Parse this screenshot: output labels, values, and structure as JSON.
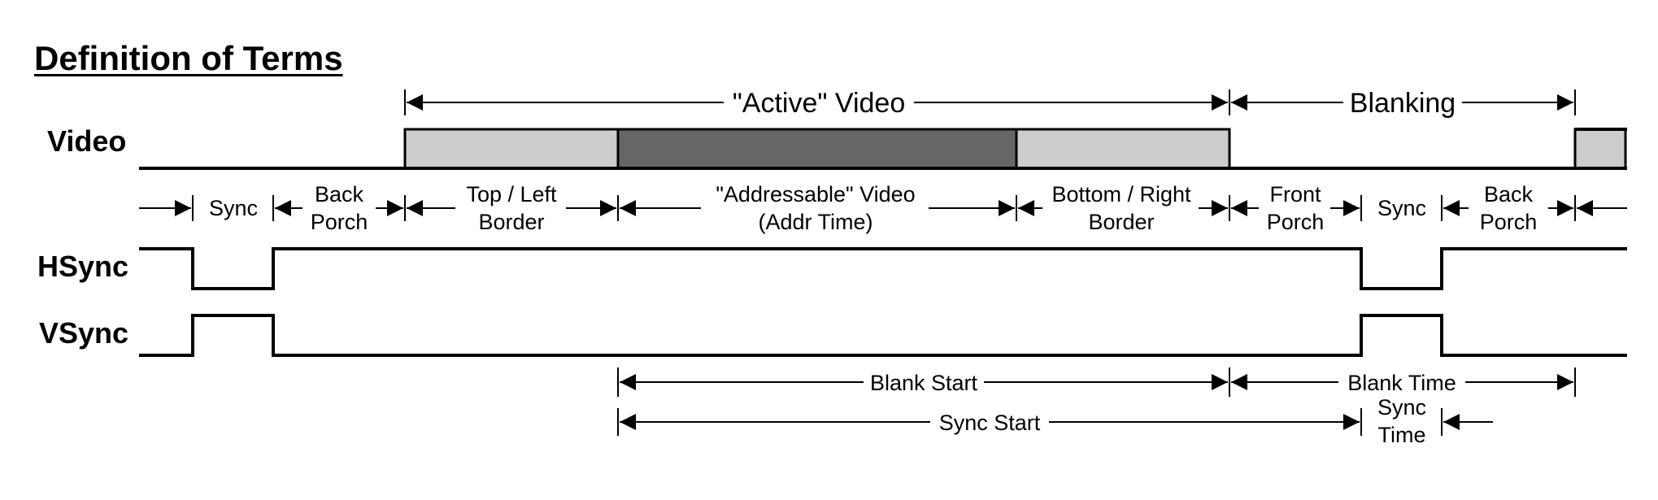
{
  "title": "Definition of Terms",
  "signals": {
    "video": "Video",
    "hsync": "HSync",
    "vsync": "VSync"
  },
  "top_spans": {
    "active_video": "\"Active\" Video",
    "blanking": "Blanking"
  },
  "segments": {
    "sync": "Sync",
    "back_porch_1": "Back",
    "back_porch_2": "Porch",
    "top_left_1": "Top / Left",
    "top_left_2": "Border",
    "addressable_1": "\"Addressable\" Video",
    "addressable_2": "(Addr Time)",
    "bottom_right_1": "Bottom / Right",
    "bottom_right_2": "Border",
    "front_porch_1": "Front",
    "front_porch_2": "Porch",
    "sync_right": "Sync",
    "back_porch_r1": "Back",
    "back_porch_r2": "Porch"
  },
  "bottom_spans": {
    "blank_start": "Blank Start",
    "blank_time": "Blank Time",
    "sync_start": "Sync Start",
    "sync_time_1": "Sync",
    "sync_time_2": "Time"
  },
  "colors": {
    "border_fill": "#cccccc",
    "addressable_fill": "#666666"
  }
}
